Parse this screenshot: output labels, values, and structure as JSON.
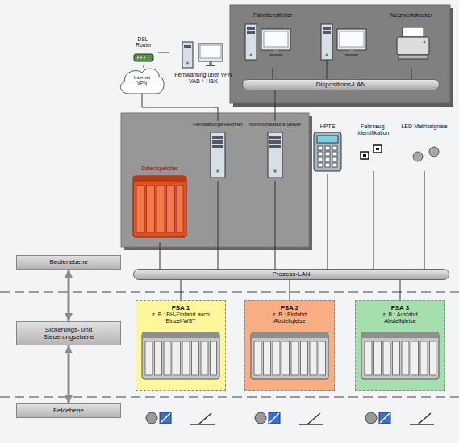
{
  "diagram": {
    "nodes": [
      {
        "text": [
          "Dispositions-LAN"
        ]
      },
      {
        "text": [
          "Fahrdienstleiter"
        ]
      },
      {
        "text": [
          "Netzwerkdrucker"
        ]
      },
      {
        "text": [
          "DSL- Router"
        ]
      },
      {
        "text": [
          "Internet VPN"
        ]
      },
      {
        "text": [
          "Fernwartung über VPN VAB + H&K"
        ]
      },
      {
        "text": [
          "Datenspeicher"
        ]
      },
      {
        "text": [
          "Fernwartungs-Rechner"
        ]
      },
      {
        "text": [
          "Kommunikations-Server"
        ]
      },
      {
        "text": [
          "HPTS"
        ]
      },
      {
        "text": [
          "Fahrzeug- identifikation"
        ]
      },
      {
        "text": [
          "LED-Matrixsignale"
        ]
      },
      {
        "text": [
          "Prozess-LAN"
        ]
      },
      {
        "text": [
          "FSA 1",
          "z. B.: BH-Einfahrt auch Einzel-WST"
        ]
      },
      {
        "text": [
          "FSA 2",
          "z. B.: Einfahrt Abstellgleise"
        ]
      },
      {
        "text": [
          "FSA 3",
          "z. B.: Ausfahrt Abstellgleise"
        ]
      },
      {
        "text": [
          "Bedienebene"
        ]
      },
      {
        "text": [
          "Sicherungs- und Steuerungsebene"
        ]
      },
      {
        "text": [
          "Feldebene"
        ]
      }
    ],
    "edges": [
      {
        "from": 1,
        "to": 0,
        "arrow": "none"
      },
      {
        "from": 2,
        "to": 0,
        "arrow": "none"
      },
      {
        "from": 3,
        "to": 4,
        "arrow": "none"
      },
      {
        "from": 3,
        "to": 5,
        "arrow": "none"
      },
      {
        "from": 7,
        "to": 4,
        "arrow": "none"
      },
      {
        "from": 8,
        "to": 0,
        "arrow": "none"
      },
      {
        "from": 6,
        "to": 12,
        "arrow": "none"
      },
      {
        "from": 7,
        "to": 12,
        "arrow": "none"
      },
      {
        "from": 8,
        "to": 12,
        "arrow": "none"
      },
      {
        "from": 9,
        "to": 12,
        "arrow": "none"
      },
      {
        "from": 10,
        "to": 12,
        "arrow": "none"
      },
      {
        "from": 11,
        "to": 12,
        "arrow": "none"
      },
      {
        "from": 12,
        "to": 13,
        "arrow": "none"
      },
      {
        "from": 12,
        "to": 14,
        "arrow": "none"
      },
      {
        "from": 12,
        "to": 15,
        "arrow": "none"
      },
      {
        "from": 16,
        "to": 17,
        "arrow": "both"
      },
      {
        "from": 17,
        "to": 18,
        "arrow": "both"
      }
    ]
  }
}
